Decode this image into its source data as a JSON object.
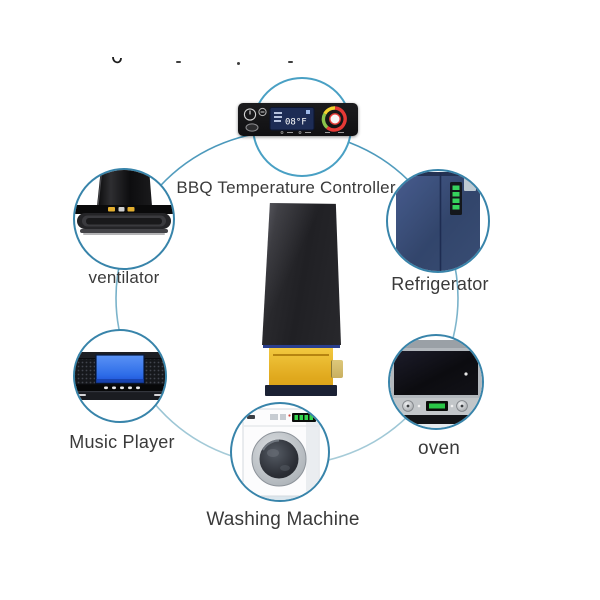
{
  "nodes": [
    {
      "id": "bbq-controller",
      "label": "BBQ Temperature Controller"
    },
    {
      "id": "ventilator",
      "label": "ventilator"
    },
    {
      "id": "refrigerator",
      "label": "Refrigerator"
    },
    {
      "id": "music-player",
      "label": "Music Player"
    },
    {
      "id": "oven",
      "label": "oven"
    },
    {
      "id": "washing-machine",
      "label": "Washing Machine"
    }
  ],
  "controller_display": "08°F",
  "colors": {
    "ring_top": "#4796ba",
    "ring_bottom": "#a9cdd9",
    "circle_border": "#3884aa",
    "lcd_navy": "#2a3f8f",
    "flex_cable": "#e9b82b",
    "screen_blue": "#2e6de8",
    "led_green": "#35d44f",
    "gauge_red": "#e53935",
    "gauge_yellow": "#f2d22e",
    "gauge_green": "#8bc34a"
  }
}
